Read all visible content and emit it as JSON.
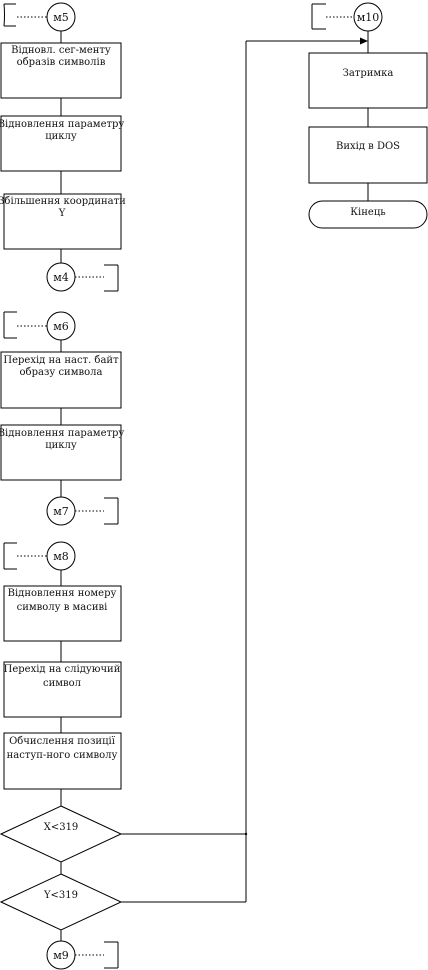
{
  "connectors": {
    "m5": "м5",
    "m4": "м4",
    "m6": "м6",
    "m7": "м7",
    "m8": "м8",
    "m9": "м9",
    "m10": "м10"
  },
  "blocks": {
    "restore_segment": [
      "Відновл. сег-менту",
      "образів символів"
    ],
    "restore_param_1": [
      "Відновлення параметру",
      "циклу"
    ],
    "increase_y": [
      "Збільшення координати",
      "Y"
    ],
    "next_byte": [
      "Перехід на наст. байт",
      "образу символа"
    ],
    "restore_param_2": [
      "Відновлення параметру",
      "циклу"
    ],
    "restore_number": [
      "Відновлення номеру",
      "символу в масиві"
    ],
    "next_symbol": [
      "Перехід на слідуючий",
      "символ"
    ],
    "calc_position": [
      "Обчислення позиції",
      "наступ-ного символу"
    ],
    "delay": [
      "Затримка"
    ],
    "dos_exit": [
      "Вихід в DOS"
    ]
  },
  "decisions": {
    "x_check": "X<319",
    "y_check": "Y<319"
  },
  "terminator": {
    "end": "Кінець"
  }
}
